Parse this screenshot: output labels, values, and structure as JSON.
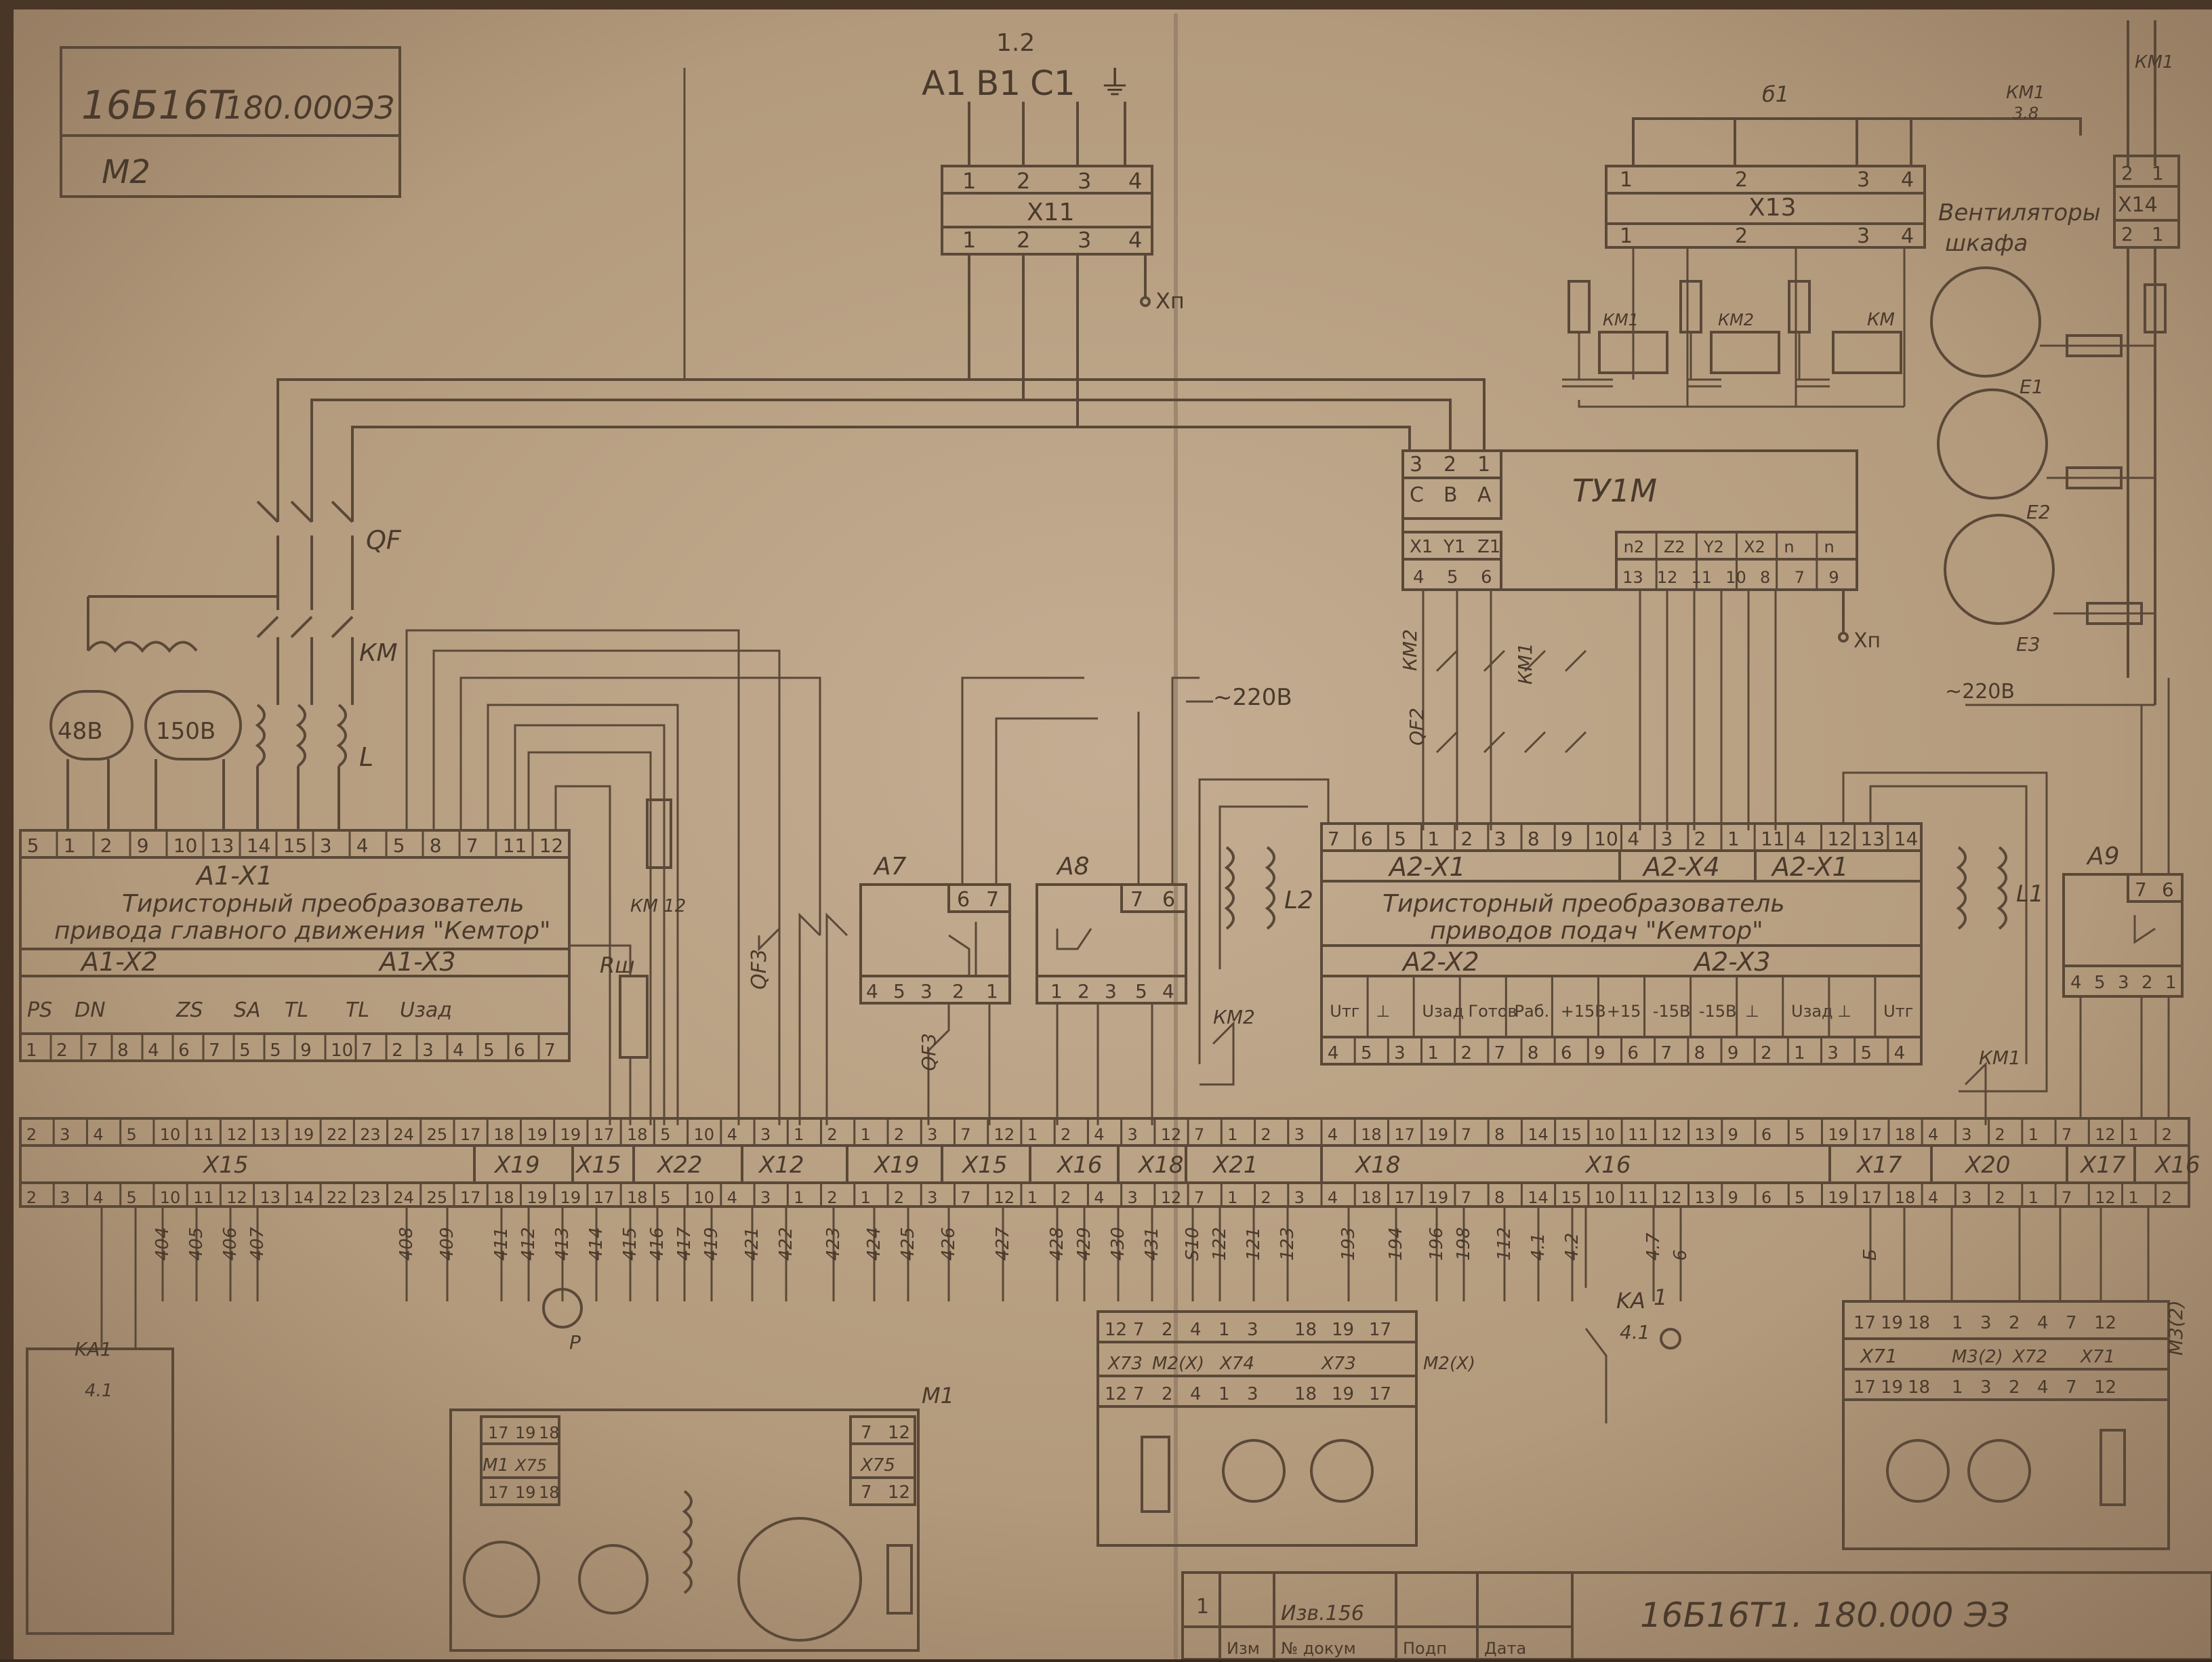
{
  "stamp": {
    "code_top": "16Б16Т",
    "code_top2": "180.000ЭЗ",
    "sheet": "M2"
  },
  "top_ref": "1.2",
  "supply": {
    "phases": [
      "A1",
      "B1",
      "C1"
    ],
    "ground": "⏚"
  },
  "x11": {
    "name": "X11",
    "pins": [
      "1",
      "2",
      "3",
      "4"
    ],
    "xp": "Хп"
  },
  "x13": {
    "name": "X13",
    "pins": [
      "1",
      "2",
      "3",
      "4"
    ],
    "b1": "б1"
  },
  "x14": {
    "name": "X14",
    "pins": [
      "2",
      "1"
    ],
    "km1_ref": "КМ1",
    "km1_sub": "3.8"
  },
  "fans": {
    "title_l1": "Вентиляторы",
    "title_l2": "шкафа",
    "units": [
      "E1",
      "E2",
      "E3"
    ],
    "voltage": "~220В"
  },
  "relays_top": [
    "КМ1",
    "КМ2",
    "КМ"
  ],
  "tv1m": {
    "name": "ТУ1М",
    "in_top": [
      "3",
      "2",
      "1"
    ],
    "in_letters": [
      "С",
      "В",
      "А"
    ],
    "out_left_top": [
      "X1",
      "Y1",
      "Z1"
    ],
    "out_left_bot": [
      "4",
      "5",
      "6"
    ],
    "out_right_top": [
      "n2",
      "Z2",
      "Y2",
      "X2",
      "n",
      "n"
    ],
    "out_right_bot": [
      "13",
      "12",
      "11",
      "10",
      "8",
      "7",
      "9"
    ],
    "xp": "Хп"
  },
  "qf": {
    "label": "QF",
    "km": "КМ",
    "l": "L",
    "qf2": "QF2",
    "qf3": "QF3",
    "km2": "КМ2",
    "km1": "КМ1"
  },
  "transformers": {
    "t1": "48В",
    "t2": "150В"
  },
  "a1": {
    "x1_name": "A1-X1",
    "x1_pins": [
      "5",
      "1",
      "2",
      "9",
      "10",
      "13",
      "14",
      "15",
      "3",
      "4",
      "5",
      "8",
      "7",
      "11",
      "12"
    ],
    "title_l1": "Тиристорный преобразователь",
    "title_l2": "привода главного движения \"Кемтор\"",
    "x2_name": "A1-X2",
    "x3_name": "A1-X3",
    "signals": [
      "PS",
      "DN",
      "ZS",
      "SA",
      "TL",
      "TL",
      "Uзад"
    ],
    "bottom_pins": [
      "1",
      "2",
      "7",
      "8",
      "4",
      "6",
      "7",
      "5",
      "5",
      "9",
      "10",
      "7",
      "2",
      "3",
      "4",
      "5",
      "6",
      "7"
    ]
  },
  "a7": {
    "name": "A7",
    "top": [
      "6",
      "7"
    ],
    "bottom": [
      "4",
      "5",
      "3",
      "2",
      "1"
    ],
    "qf3": "QF3"
  },
  "a8": {
    "name": "A8",
    "top": [
      "7",
      "6"
    ],
    "bottom": [
      "1",
      "2",
      "3",
      "5",
      "4"
    ]
  },
  "a9": {
    "name": "A9",
    "top": [
      "7",
      "6"
    ],
    "bottom": [
      "4",
      "5",
      "3",
      "2",
      "1"
    ]
  },
  "v220": "~220В",
  "a2": {
    "x1_name": "A2-X1",
    "x4_name": "A2-X4",
    "x1b_name": "A2-X1",
    "top_pins": [
      "7",
      "6",
      "5",
      "1",
      "2",
      "3",
      "8",
      "9",
      "10",
      "4",
      "3",
      "2",
      "1",
      "11",
      "4",
      "12",
      "13",
      "14"
    ],
    "title_l1": "Тиристорный преобразователь",
    "title_l2": "приводов подач \"Кемтор\"",
    "x2_name": "A2-X2",
    "x3_name": "A2-X3",
    "signals": [
      "Uтг",
      "⊥",
      "Uзад",
      "Готов",
      "Раб.",
      "+15В",
      "+15",
      "-15В",
      "-15В",
      "⊥",
      "Uзад",
      "⊥",
      "Uтг"
    ],
    "bottom_pins": [
      "4",
      "5",
      "3",
      "1",
      "2",
      "7",
      "8",
      "6",
      "9",
      "6",
      "7",
      "8",
      "9",
      "2",
      "1",
      "3",
      "5",
      "4"
    ],
    "l2": "L2",
    "l1": "L1"
  },
  "rsh": "Rш",
  "km_r": "КМ 12",
  "terminal_strip": {
    "top_row": [
      "2",
      "3",
      "4",
      "5",
      "10",
      "11",
      "12",
      "13",
      "19",
      "22",
      "23",
      "24",
      "25",
      "17",
      "18",
      "19",
      "19",
      "17",
      "18",
      "5",
      "10",
      "4",
      "3",
      "1",
      "2",
      "1",
      "2",
      "3",
      "7",
      "12",
      "1",
      "2",
      "4",
      "3",
      "12",
      "7",
      "1",
      "2",
      "3",
      "4",
      "18",
      "17",
      "19",
      "7",
      "8",
      "14",
      "15",
      "10",
      "11",
      "12",
      "13",
      "9",
      "6",
      "5",
      "19",
      "17",
      "18",
      "4",
      "3",
      "2",
      "1",
      "7",
      "12",
      "1",
      "2"
    ],
    "names": [
      "X15",
      "X19",
      "X15",
      "X22",
      "X12",
      "X19",
      "X15",
      "X16",
      "X18",
      "X21",
      "X18",
      "X16",
      "X17",
      "X20",
      "X17",
      "X16"
    ],
    "bot_row": [
      "2",
      "3",
      "4",
      "5",
      "10",
      "11",
      "12",
      "13",
      "14",
      "22",
      "23",
      "24",
      "25",
      "17",
      "18",
      "19",
      "19",
      "17",
      "18",
      "5",
      "10",
      "4",
      "3",
      "1",
      "2",
      "1",
      "2",
      "3",
      "7",
      "12",
      "1",
      "2",
      "4",
      "3",
      "12",
      "7",
      "1",
      "2",
      "3",
      "4",
      "18",
      "17",
      "19",
      "7",
      "8",
      "14",
      "15",
      "10",
      "11",
      "12",
      "13",
      "9",
      "6",
      "5",
      "19",
      "17",
      "18",
      "4",
      "3",
      "2",
      "1",
      "7",
      "12",
      "1",
      "2"
    ]
  },
  "wires": [
    "404",
    "405",
    "406",
    "407",
    "408",
    "409",
    "411",
    "412",
    "413",
    "414",
    "415",
    "416",
    "417",
    "419",
    "421",
    "422",
    "423",
    "424",
    "425",
    "426",
    "427",
    "428",
    "429",
    "430",
    "431",
    "S10",
    "122",
    "121",
    "123",
    "193",
    "194",
    "196",
    "198",
    "112",
    "4.1",
    "4.2",
    "4.7",
    "6",
    "Б"
  ],
  "motors": {
    "m1": {
      "name": "M1",
      "conn": "X75",
      "pins_top": [
        "7",
        "12"
      ],
      "pins_bot": [
        "7",
        "12"
      ],
      "m1x": "M1",
      "m1conn": "X75",
      "m1pins": [
        "17",
        "19",
        "18"
      ]
    },
    "m2": {
      "conns": [
        "X73",
        "M2(X)",
        "X74",
        "X73",
        "M2(X)"
      ],
      "pins_a": [
        "12",
        "7",
        "2",
        "4",
        "1",
        "3"
      ],
      "pins_b": [
        "18",
        "19",
        "17"
      ]
    },
    "m3": {
      "conns": [
        "X71",
        "M3(2)",
        "X72",
        "X71"
      ],
      "pins_a": [
        "17",
        "19",
        "18"
      ],
      "pins_b": [
        "1",
        "3",
        "2",
        "4",
        "7",
        "12"
      ],
      "name": "M3(2)"
    }
  },
  "p_sensor": "P",
  "ka": {
    "name": "KA",
    "sub": "4.1",
    "ref": "1"
  },
  "ka1": {
    "name": "KA1",
    "sub": "4.1"
  },
  "title_block": {
    "r1": "1",
    "r2": "Изм",
    "c1": "Изв.156",
    "c2": "№ докум",
    "c3": "Подп",
    "c4": "Дата",
    "code": "16Б16Т1. 180.000 ЭЗ"
  }
}
